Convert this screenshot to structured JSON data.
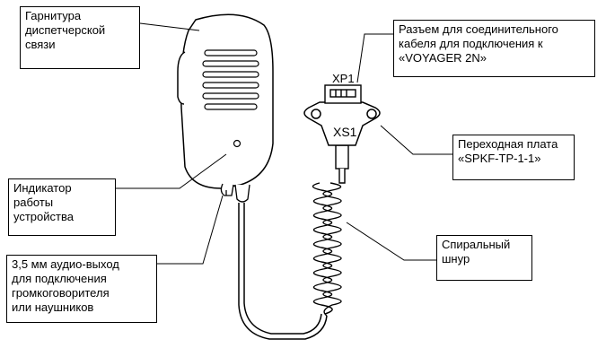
{
  "labels": {
    "headset": "Гарнитура\nдиспетчерской\nсвязи",
    "connector": "Разъем для соединительного\nкабеля для подключения к\n«VOYAGER 2N»",
    "board": "Переходная плата\n«SPKF-TP-1-1»",
    "indicator": "Индикатор\nработы\nустройства",
    "cord": "Спиральный\nшнур",
    "audio": "3,5 мм аудио-выход\nдля подключения\nгромкоговорителя\nили наушников"
  },
  "connectors": {
    "xp": "XP1",
    "xs": "XS1"
  }
}
